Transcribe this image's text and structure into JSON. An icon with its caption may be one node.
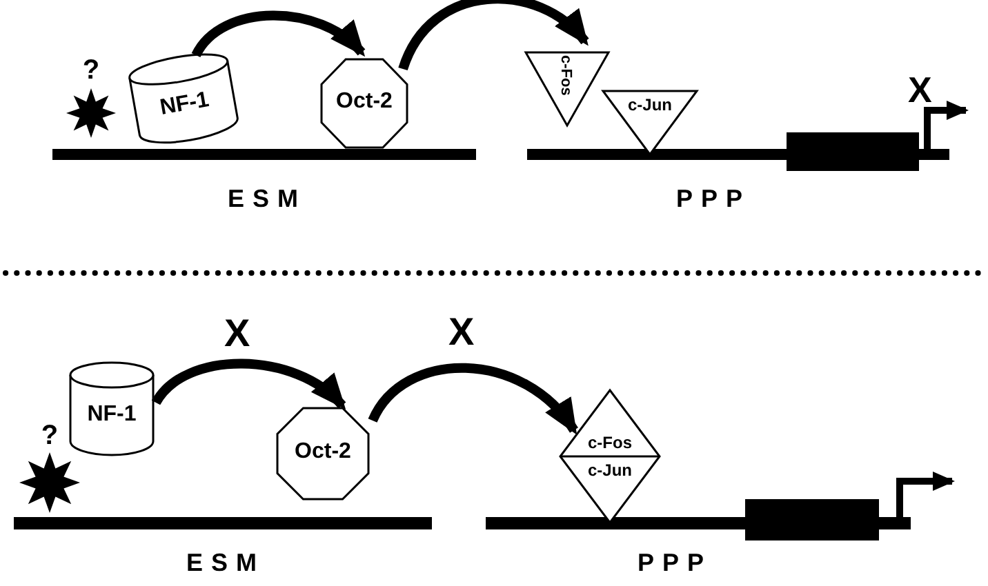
{
  "diagram": {
    "nodes": [
      {
        "text": [
          "?"
        ]
      },
      {
        "text": [
          "NF-1"
        ]
      },
      {
        "text": [
          "Oct-2"
        ]
      },
      {
        "text": [
          "c-Fos"
        ]
      },
      {
        "text": [
          "c-Jun"
        ]
      },
      {
        "text": [
          "?"
        ]
      },
      {
        "text": [
          "NF-1"
        ]
      },
      {
        "text": [
          "Oct-2"
        ]
      },
      {
        "text": [
          "c-Fos",
          "c-Jun"
        ]
      }
    ],
    "edges": [
      {
        "from": 1,
        "to": 2,
        "arrow": "to"
      },
      {
        "from": 2,
        "to": 3,
        "arrow": "to"
      },
      {
        "from": 6,
        "to": 7,
        "arrow": "to",
        "label": "X"
      },
      {
        "from": 7,
        "to": 8,
        "arrow": "to",
        "label": "X"
      }
    ],
    "labels": [
      "X",
      "ESM",
      "PPP",
      "ESM",
      "PPP"
    ]
  }
}
